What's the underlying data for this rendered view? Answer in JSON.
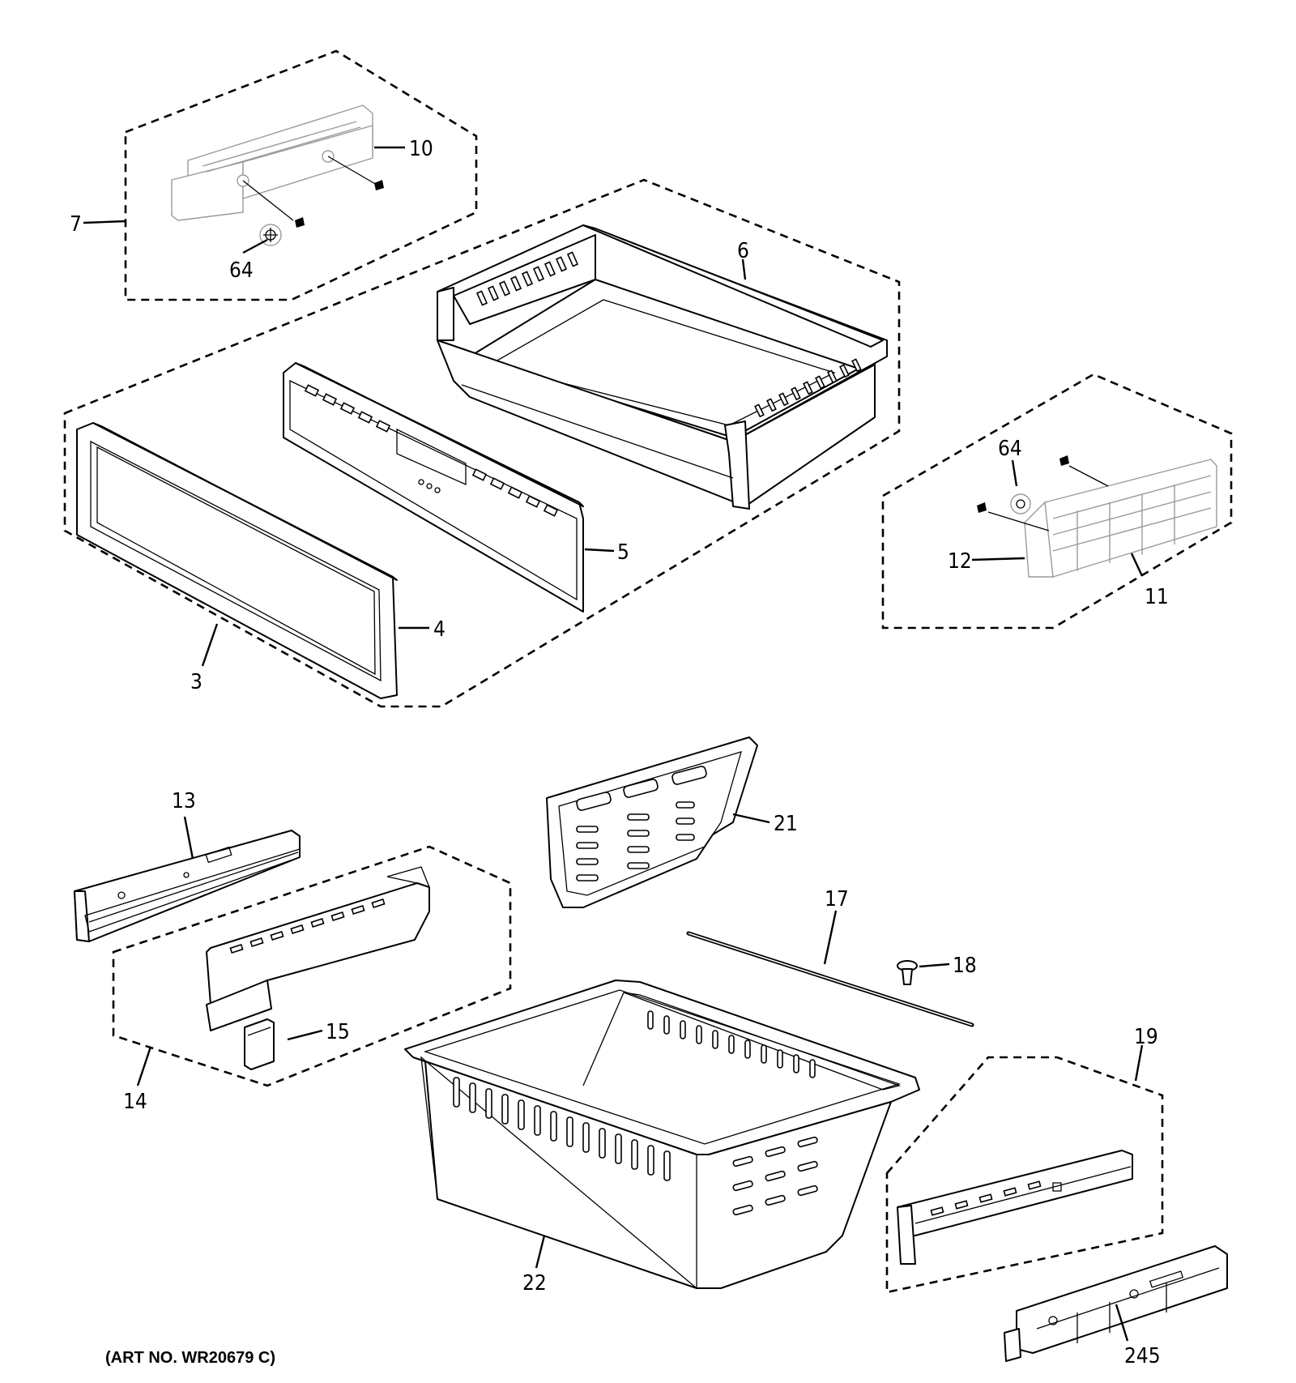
{
  "diagram": {
    "art_number": "(ART NO. WR20679 C)",
    "callouts": {
      "c3": "3",
      "c4": "4",
      "c5": "5",
      "c6": "6",
      "c7": "7",
      "c10": "10",
      "c11": "11",
      "c12": "12",
      "c13": "13",
      "c14": "14",
      "c15": "15",
      "c17": "17",
      "c18": "18",
      "c19": "19",
      "c21": "21",
      "c22": "22",
      "c64a": "64",
      "c64b": "64",
      "c245": "245"
    }
  }
}
